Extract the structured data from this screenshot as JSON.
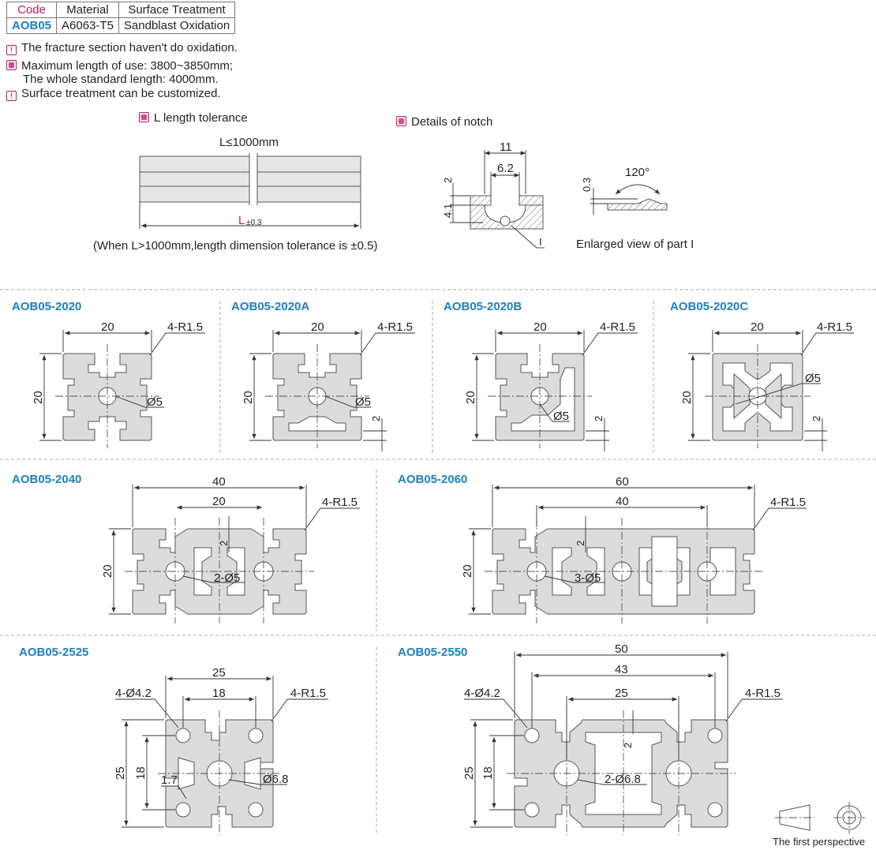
{
  "table": {
    "headers": [
      "Code",
      "Material",
      "Surface Treatment"
    ],
    "row": [
      "AOB05",
      "A6063-T5",
      "Sandblast Oxidation"
    ]
  },
  "notes": [
    "The fracture section haven't do oxidation.",
    "Maximum length of use: 3800~3850mm;",
    "The whole standard length: 4000mm.",
    "Surface treatment can be customized."
  ],
  "tolerance": {
    "header": "L length tolerance",
    "length_label": "L≤1000mm",
    "L": "L",
    "tol": "±0.3",
    "footnote": "(When L>1000mm,length dimension tolerance is ±0.5)"
  },
  "notch": {
    "header": "Details of notch",
    "dim_11": "11",
    "dim_62": "6.2",
    "dim_2": "2",
    "dim_41": "4.1",
    "part": "I",
    "dim_03": "0.3",
    "angle": "120°",
    "enlarged": "Enlarged view of part I"
  },
  "profiles": {
    "p2020": {
      "title": "AOB05-2020",
      "w": "20",
      "h": "20",
      "r": "4-R1.5",
      "d": "Ø5"
    },
    "p2020a": {
      "title": "AOB05-2020A",
      "w": "20",
      "h": "20",
      "r": "4-R1.5",
      "d": "Ø5",
      "t": "2"
    },
    "p2020b": {
      "title": "AOB05-2020B",
      "w": "20",
      "h": "20",
      "r": "4-R1.5",
      "d": "Ø5",
      "t": "2"
    },
    "p2020c": {
      "title": "AOB05-2020C",
      "w": "20",
      "h": "20",
      "r": "4-R1.5",
      "d": "Ø5",
      "t": "2"
    },
    "p2040": {
      "title": "AOB05-2040",
      "w": "40",
      "w2": "20",
      "h": "20",
      "r": "4-R1.5",
      "d": "2-Ø5",
      "t": "2"
    },
    "p2060": {
      "title": "AOB05-2060",
      "w": "60",
      "w2": "40",
      "h": "20",
      "r": "4-R1.5",
      "d": "3-Ø5",
      "t": "2"
    },
    "p2525": {
      "title": "AOB05-2525",
      "w": "25",
      "w2": "18",
      "h": "25",
      "h2": "18",
      "holes": "4-Ø4.2",
      "r": "4-R1.5",
      "d": "Ø6.8",
      "s": "1.7"
    },
    "p2550": {
      "title": "AOB05-2550",
      "w": "50",
      "w2": "43",
      "w3": "25",
      "h": "25",
      "h2": "18",
      "holes": "4-Ø4.2",
      "r": "4-R1.5",
      "d": "2-Ø6.8",
      "t": "2"
    }
  },
  "perspective": "The first perspective"
}
